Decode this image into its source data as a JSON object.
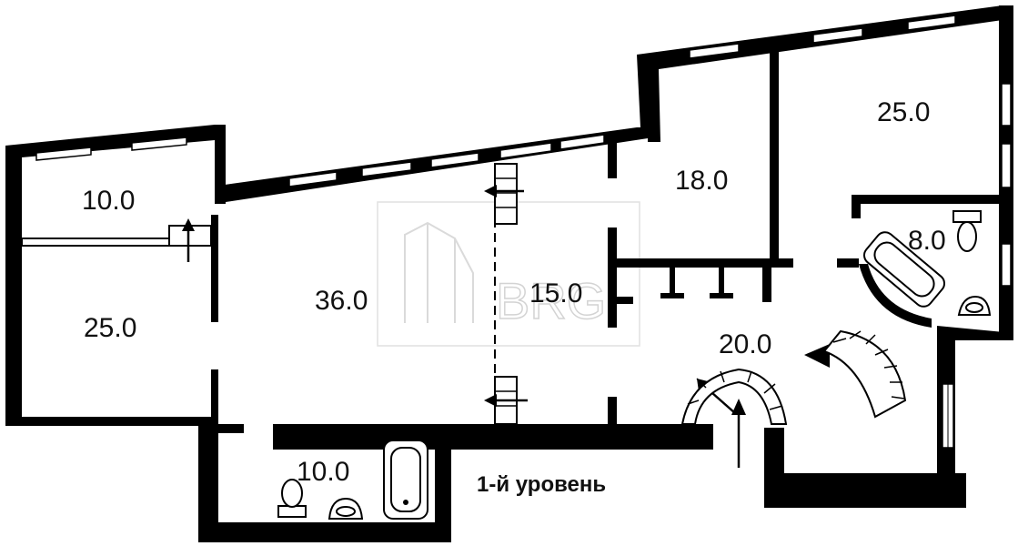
{
  "rooms": [
    {
      "label": "10.0"
    },
    {
      "label": "25.0"
    },
    {
      "label": "36.0"
    },
    {
      "label": "15.0"
    },
    {
      "label": "18.0"
    },
    {
      "label": "25.0"
    },
    {
      "label": "8.0"
    },
    {
      "label": "20.0"
    },
    {
      "label": "10.0"
    }
  ],
  "level_label": "1-й уровень",
  "watermark": "BRG"
}
